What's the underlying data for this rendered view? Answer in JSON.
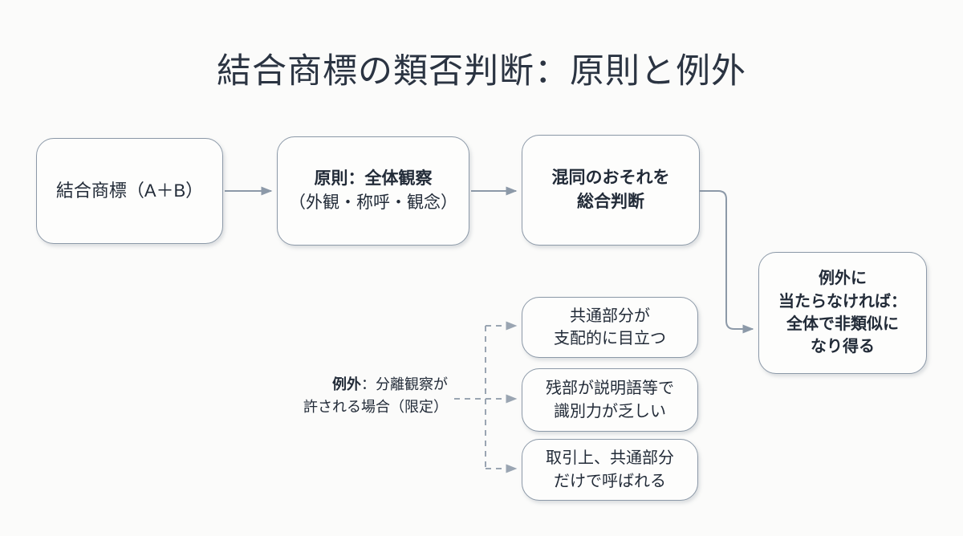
{
  "title": "結合商標の類否判断：原則と例外",
  "nodes": {
    "combined_mark": {
      "line1": "結合商標（A＋B）"
    },
    "principle": {
      "line1": "原則：全体観察",
      "line2": "（外観・称呼・観念）"
    },
    "confusion": {
      "line1": "混同のおそれを",
      "line2": "総合判断"
    },
    "conclusion": {
      "line1": "例外に",
      "line2": "当たらなければ：",
      "line3": "全体で非類似に",
      "line4": "なり得る"
    },
    "exception_1": {
      "line1": "共通部分が",
      "line2": "支配的に目立つ"
    },
    "exception_2": {
      "line1": "残部が説明語等で",
      "line2": "識別力が乏しい"
    },
    "exception_3": {
      "line1": "取引上、共通部分",
      "line2": "だけで呼ばれる"
    }
  },
  "exception_label": {
    "line1_bold": "例外",
    "line1_rest": "：分離観察が",
    "line2": "許される場合（限定）"
  },
  "colors": {
    "background": "#fbfbfa",
    "node_fill": "#fdfdfc",
    "node_border": "#8c99a8",
    "text": "#222b38",
    "title_text": "#2b3442",
    "connector_solid": "#8c99a8",
    "connector_dashed": "#9aa5b2"
  }
}
